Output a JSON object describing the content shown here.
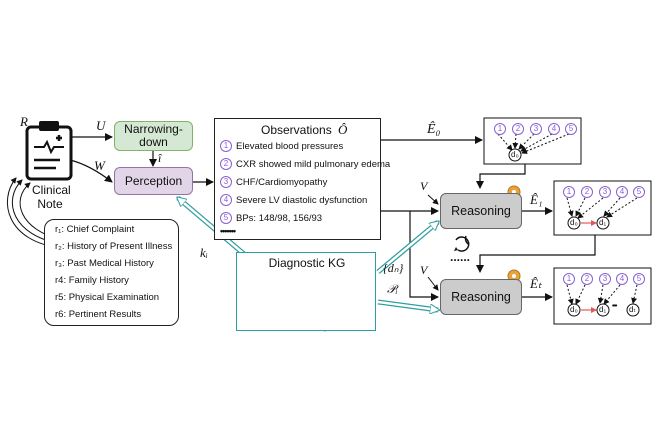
{
  "labels": {
    "R": "R",
    "U": "U",
    "W": "W",
    "i_hat": "î",
    "k_i": "kᵢ",
    "V1": "V",
    "V2": "V",
    "E0": "Ê₀",
    "E1": "Ê₁",
    "Et": "Êₜ",
    "dn": "{dₙ}",
    "Pi": "𝒫ᵢ",
    "dots": "......"
  },
  "clinical_note": {
    "line1": "Clinical",
    "line2": "Note"
  },
  "narrowing": {
    "line1": "Narrowing-",
    "line2": "down"
  },
  "perception": {
    "label": "Perception"
  },
  "observations": {
    "title": "Observations",
    "title_symbol": "Ô",
    "items": [
      {
        "num": "1",
        "text": "Elevated blood pressures"
      },
      {
        "num": "2",
        "text": "CXR showed mild pulmonary edema"
      },
      {
        "num": "3",
        "text": "CHF/Cardiomyopathy"
      },
      {
        "num": "4",
        "text": "Severe LV diastolic dysfunction"
      },
      {
        "num": "5",
        "text": "BPs: 148/98, 156/93"
      }
    ],
    "ellipsis": "•••••••"
  },
  "history": {
    "items": [
      "r₁: Chief Complaint",
      "r₂: History of Present Illness",
      "r₃: Past Medical History",
      "r4: Family History",
      "r5: Physical Examination",
      "r6: Pertinent Results"
    ]
  },
  "kg": {
    "title": "Diagnostic KG"
  },
  "reasoning": {
    "label1": "Reasoning",
    "label2": "Reasoning"
  },
  "graphs": {
    "g0": {
      "nums": [
        "1",
        "2",
        "3",
        "4",
        "5"
      ],
      "d_labels": [
        "d₀"
      ]
    },
    "g1": {
      "nums": [
        "1",
        "2",
        "3",
        "4",
        "5"
      ],
      "d_labels": [
        "d₀",
        "d₁"
      ]
    },
    "gt": {
      "nums": [
        "1",
        "2",
        "3",
        "4",
        "5"
      ],
      "d_labels": [
        "d₀",
        "d₁",
        "dₜ"
      ],
      "ellipsis": "•••"
    }
  },
  "colors": {
    "accent_purple": "#8b5fd6",
    "arrow_red": "#e05a5a",
    "kg_teal": "#2e9da0",
    "kg_node": "#8fb3e6"
  }
}
